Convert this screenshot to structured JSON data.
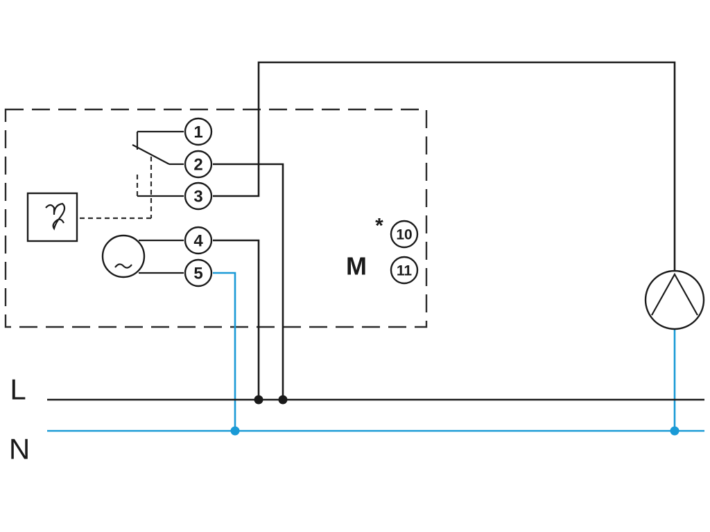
{
  "diagram": {
    "terminals": {
      "t1": "1",
      "t2": "2",
      "t3": "3",
      "t4": "4",
      "t5": "5",
      "t10": "10",
      "t11": "11"
    },
    "labels": {
      "star": "*",
      "m": "M",
      "line": "L",
      "neutral": "N"
    },
    "colors": {
      "line_wire": "#1a1a1a",
      "neutral_wire": "#1a9ad6"
    },
    "icons": {
      "temperature_sensor": "theta-sensor-icon",
      "clock_motor": "ac-motor-icon",
      "pump": "circulation-pump-icon"
    }
  }
}
